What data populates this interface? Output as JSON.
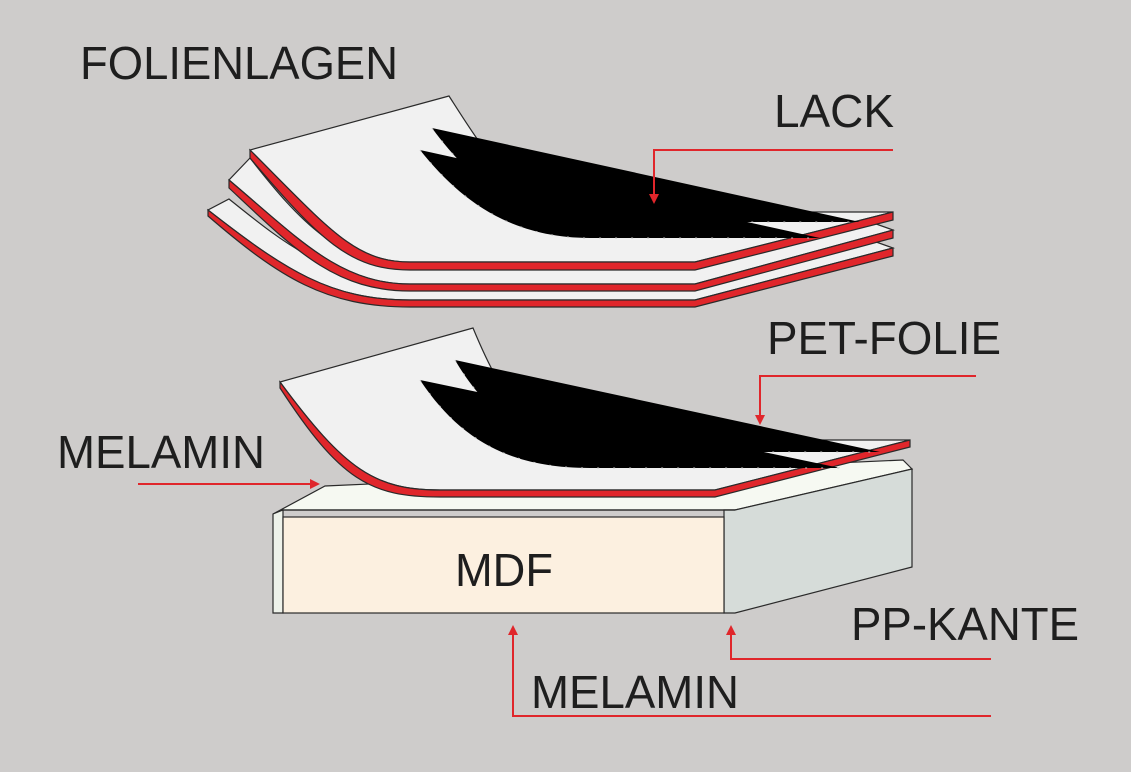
{
  "labels": {
    "folienlagen": "FOLIENLAGEN",
    "lack": "LACK",
    "pet_folie": "PET-FOLIE",
    "melamin_left": "MELAMIN",
    "mdf": "MDF",
    "pp_kante": "PP-KANTE",
    "melamin_bottom": "MELAMIN"
  },
  "colors": {
    "background": "#cecccb",
    "accent_red": "#e0262b",
    "sheet": "#f1f1f1",
    "mdf_face": "#fcf0e0",
    "board_side": "#d6dcd9",
    "board_top": "#f6f9f2",
    "outline": "#2a2a2a"
  }
}
